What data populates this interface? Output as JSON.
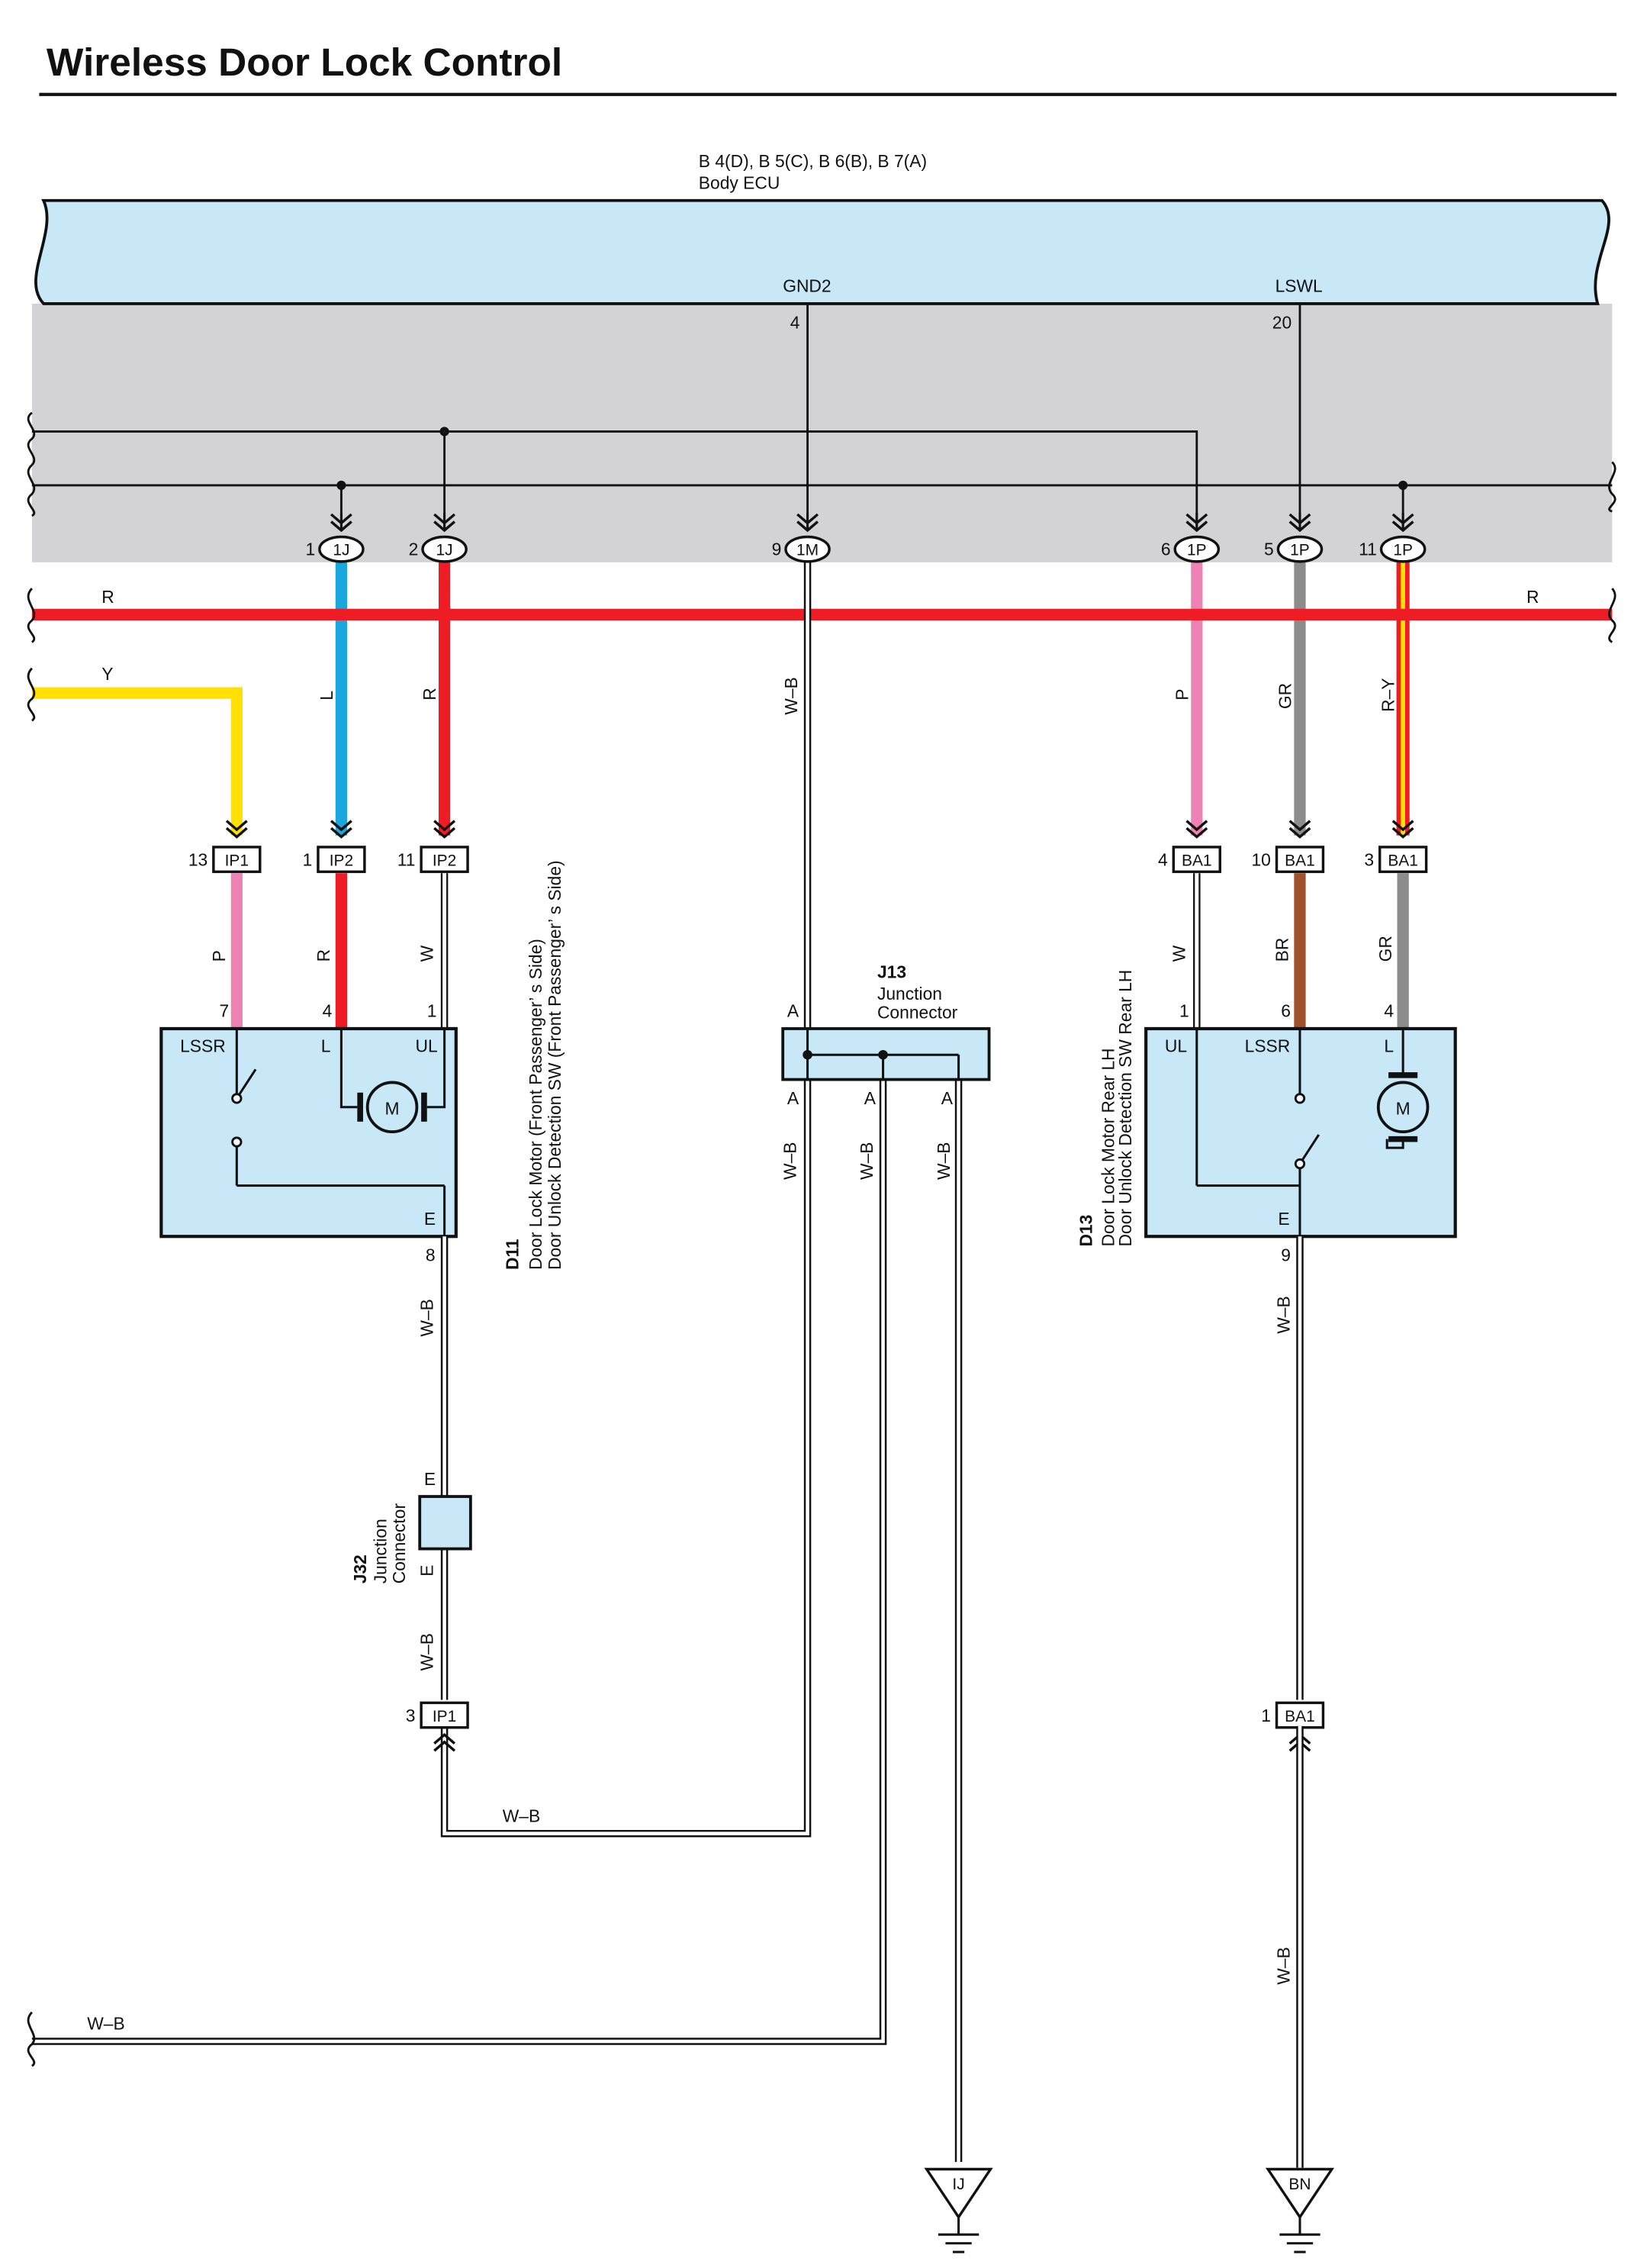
{
  "page_title": "Wireless Door Lock Control",
  "ecu": {
    "code": "B 4(D), B 5(C), B 6(B), B 7(A)",
    "name": "Body ECU",
    "pin_gnd_name": "GND2",
    "pin_gnd_num": "4",
    "pin_lswl_name": "LSWL",
    "pin_lswl_num": "20"
  },
  "colors": {
    "ecu_fill": "#c8e8f8",
    "shade": "#d3d3d5",
    "wire_red": "#ee1c24",
    "wire_yellow": "#ffe000",
    "wire_blue": "#1aa7e0",
    "wire_pink": "#ef82b4",
    "wire_gray": "#8c8c8c",
    "wire_brown": "#a0522d",
    "wire_black": "#111111",
    "component_fill": "#c8e8f8"
  },
  "bus_labels": {
    "r_left": "R",
    "r_right": "R",
    "y_left": "Y"
  },
  "ecu_connectors": [
    {
      "pin": "1",
      "name": "1J"
    },
    {
      "pin": "2",
      "name": "1J"
    },
    {
      "pin": "9",
      "name": "1M"
    },
    {
      "pin": "6",
      "name": "1P"
    },
    {
      "pin": "5",
      "name": "1P"
    },
    {
      "pin": "11",
      "name": "1P"
    }
  ],
  "upper_wire_labels": [
    "L",
    "R",
    "W–B",
    "P",
    "GR",
    "R–Y"
  ],
  "mid_connectors": [
    {
      "pin": "13",
      "name": "IP1"
    },
    {
      "pin": "1",
      "name": "IP2"
    },
    {
      "pin": "11",
      "name": "IP2"
    },
    {
      "pin": "4",
      "name": "BA1"
    },
    {
      "pin": "10",
      "name": "BA1"
    },
    {
      "pin": "3",
      "name": "BA1"
    }
  ],
  "lower_wire_labels": [
    "P",
    "R",
    "W",
    "W",
    "BR",
    "GR"
  ],
  "d11": {
    "code": "D11",
    "line1": "Door Lock Motor (Front Passenger’ s Side)",
    "line2": "Door Unlock Detection SW (Front Passenger’ s Side)",
    "pins": {
      "lssr": "7",
      "l": "4",
      "ul": "1",
      "e": "8"
    },
    "terms": {
      "lssr": "LSSR",
      "l": "L",
      "ul": "UL",
      "e": "E"
    },
    "motor": "M"
  },
  "d13": {
    "code": "D13",
    "line1": "Door Lock Motor Rear LH",
    "line2": "Door Unlock Detection SW Rear LH",
    "pins": {
      "ul": "1",
      "lssr": "6",
      "l": "4",
      "e": "9"
    },
    "terms": {
      "ul": "UL",
      "lssr": "LSSR",
      "l": "L",
      "e": "E"
    },
    "motor": "M"
  },
  "j13": {
    "code": "J13",
    "name1": "Junction",
    "name2": "Connector",
    "term_top": "A",
    "term_bottom": [
      "A",
      "A",
      "A"
    ]
  },
  "j32": {
    "code": "J32",
    "name1": "Junction",
    "name2": "Connector",
    "term_top": "E",
    "term_bottom": "E"
  },
  "wb_labels": {
    "d11_down": "W–B",
    "j32_down": "W–B",
    "loop": "W–B",
    "j13_1": "W–B",
    "j13_2": "W–B",
    "j13_3": "W–B",
    "left_exit": "W–B",
    "d13_down": "W–B",
    "d13_lower": "W–B"
  },
  "bottom_connectors": [
    {
      "pin": "3",
      "name": "IP1"
    },
    {
      "pin": "1",
      "name": "BA1"
    }
  ],
  "grounds": [
    "IJ",
    "BN"
  ]
}
